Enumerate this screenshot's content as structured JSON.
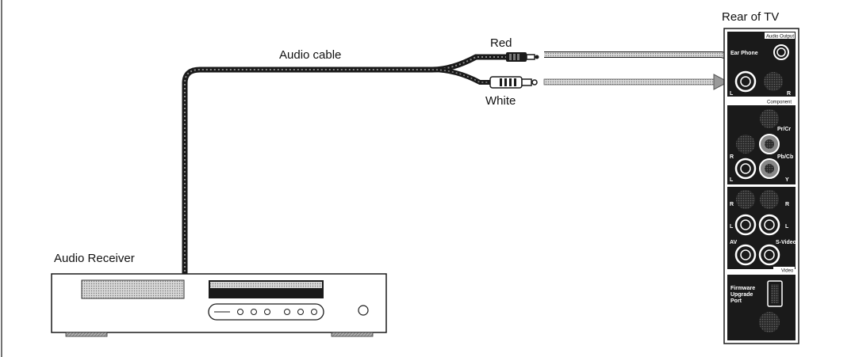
{
  "labels": {
    "audio_cable": "Audio cable",
    "red": "Red",
    "white": "White",
    "audio_receiver": "Audio Receiver",
    "rear_of_tv": "Rear of TV"
  },
  "panel": {
    "sections": {
      "audio_output": "Audio Output",
      "component": "Component",
      "video": "Video"
    },
    "jacks": {
      "ear_phone": "Ear Phone",
      "pr_cr": "Pr/Cr",
      "pb_cb": "Pb/Cb",
      "y": "Y",
      "r": "R",
      "l": "L",
      "av": "AV",
      "s_video": "S-Video",
      "firmware": "Firmware",
      "upgrade": "Upgrade",
      "port": "Port"
    }
  },
  "colors": {
    "panel_fill": "#1a1a1a",
    "arrow": "#9a9a9a",
    "cable": "#1a1a1a"
  },
  "icons": {
    "receiver": "audio-receiver-icon",
    "red_plug": "rca-plug-icon",
    "white_plug": "rca-plug-icon"
  }
}
